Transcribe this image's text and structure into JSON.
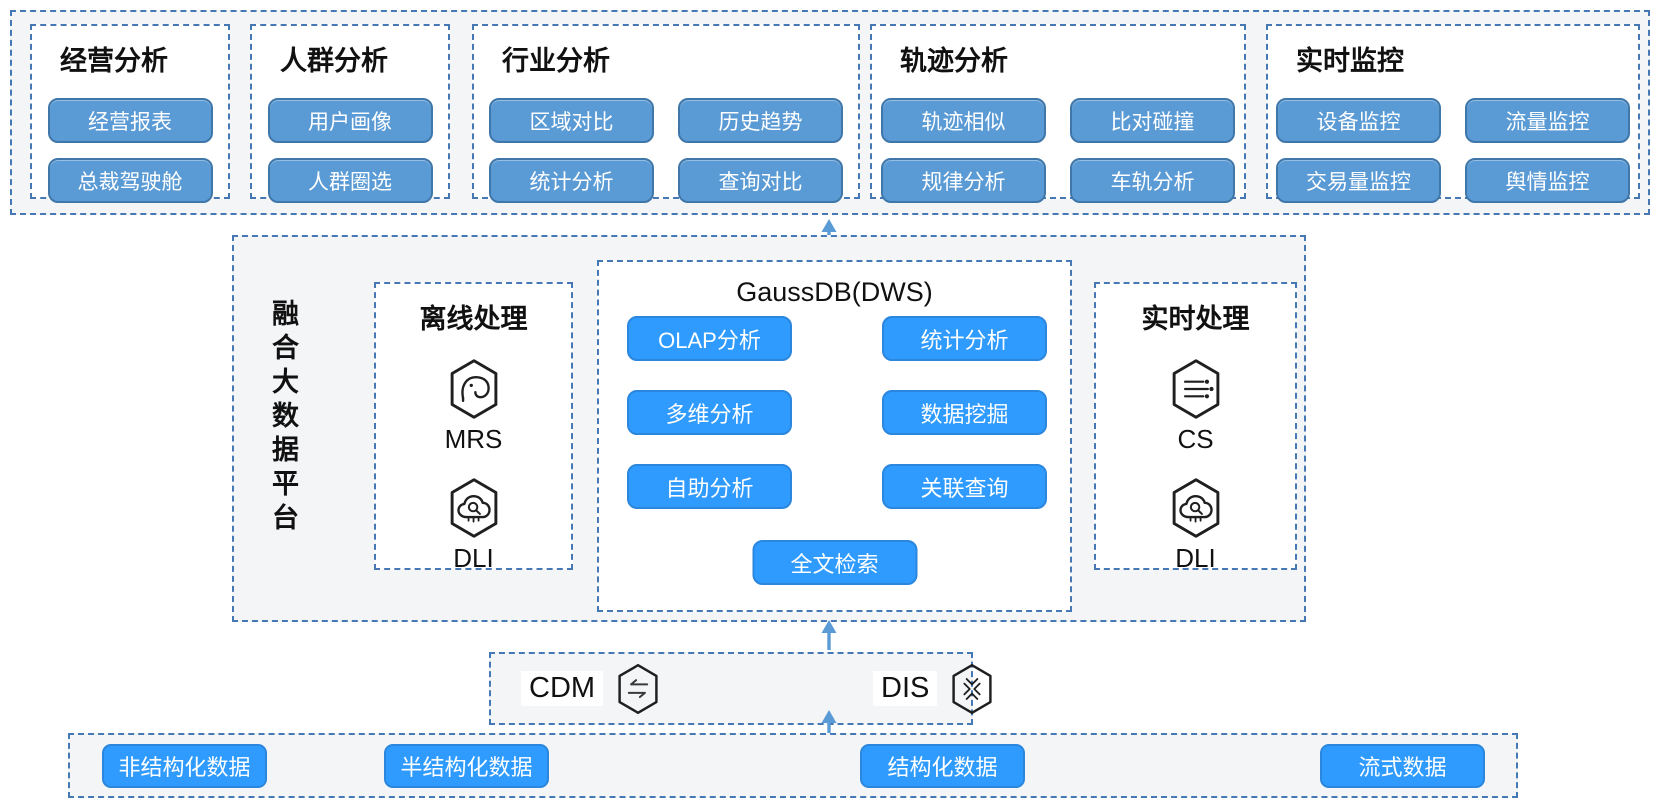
{
  "colors": {
    "dash_border": "#4678b5",
    "panel_bg": "#f4f5f7",
    "button_muted": "#5b9bd5",
    "button_bright": "#2f9bfe",
    "arrow": "#5b9bd5",
    "text_dark": "#111111",
    "button_text": "#ffffff"
  },
  "top_sections": [
    {
      "id": "business-analysis",
      "title": "经营分析",
      "cols": 1,
      "buttons": [
        "经营报表",
        "总裁驾驶舱"
      ]
    },
    {
      "id": "crowd-analysis",
      "title": "人群分析",
      "cols": 1,
      "buttons": [
        "用户画像",
        "人群圈选"
      ]
    },
    {
      "id": "industry-analysis",
      "title": "行业分析",
      "cols": 2,
      "buttons": [
        "区域对比",
        "历史趋势",
        "统计分析",
        "查询对比"
      ]
    },
    {
      "id": "trajectory-analysis",
      "title": "轨迹分析",
      "cols": 2,
      "buttons": [
        "轨迹相似",
        "比对碰撞",
        "规律分析",
        "车轨分析"
      ]
    },
    {
      "id": "realtime-monitoring",
      "title": "实时监控",
      "cols": 2,
      "buttons": [
        "设备监控",
        "流量监控",
        "交易量监控",
        "舆情监控"
      ]
    }
  ],
  "platform": {
    "vertical_title": "融合大数据平台",
    "offline": {
      "title": "离线处理",
      "services": [
        {
          "icon": "mrs-icon",
          "label": "MRS"
        },
        {
          "icon": "dli-icon",
          "label": "DLI"
        }
      ]
    },
    "gauss": {
      "title": "GaussDB(DWS)",
      "buttons": [
        "OLAP分析",
        "统计分析",
        "多维分析",
        "数据挖掘",
        "自助分析",
        "关联查询"
      ],
      "bottom_button": "全文检索"
    },
    "realtime": {
      "title": "实时处理",
      "services": [
        {
          "icon": "cs-icon",
          "label": "CS"
        },
        {
          "icon": "dli-icon",
          "label": "DLI"
        }
      ]
    }
  },
  "ingestion": {
    "services": [
      {
        "label": "CDM",
        "icon": "cdm-exchange-icon"
      },
      {
        "label": "DIS",
        "icon": "dis-stream-icon"
      }
    ]
  },
  "data_sources": [
    "非结构化数据",
    "半结构化数据",
    "结构化数据",
    "流式数据"
  ]
}
